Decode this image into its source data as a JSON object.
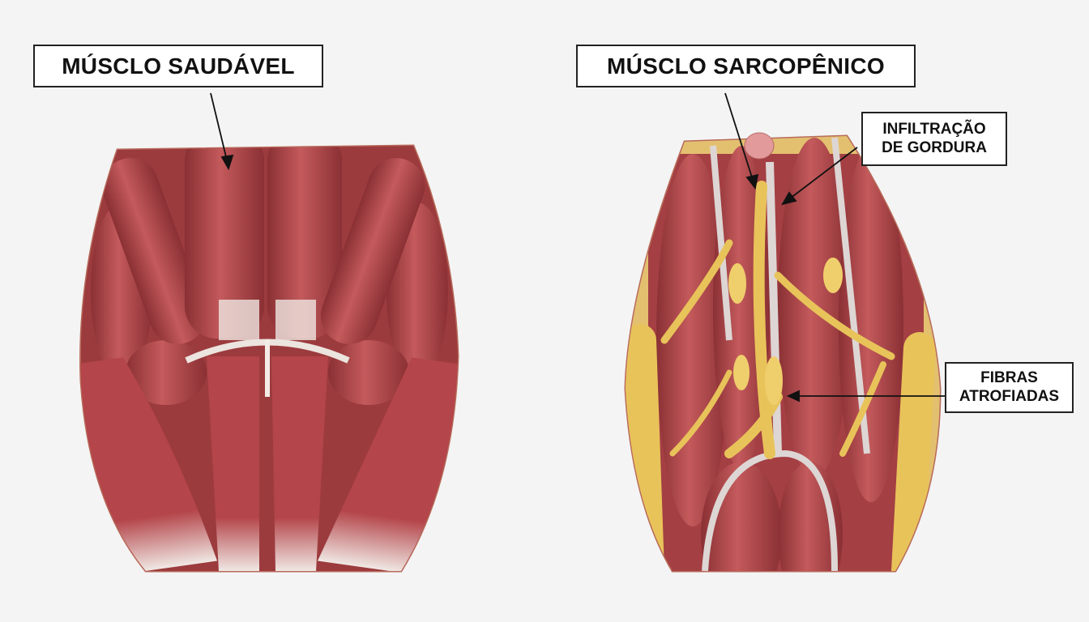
{
  "labels": {
    "healthy_title": "MÚSCLO SAUDÁVEL",
    "sarcopenic_title": "MÚSCLO SARCOPÊNICO",
    "fat_infiltration_line1": "INFILTRAÇÃO",
    "fat_infiltration_line2": "DE GORDURA",
    "atrophied_fibers_line1": "FIBRAS",
    "atrophied_fibers_line2": "ATROFIADAS"
  },
  "colors": {
    "background": "#f4f4f4",
    "muscle": "#b4454a",
    "muscle_dark": "#7e2a2e",
    "tendon": "#e8e0dc",
    "fat": "#e8c35a",
    "skin": "#e8b39a"
  }
}
